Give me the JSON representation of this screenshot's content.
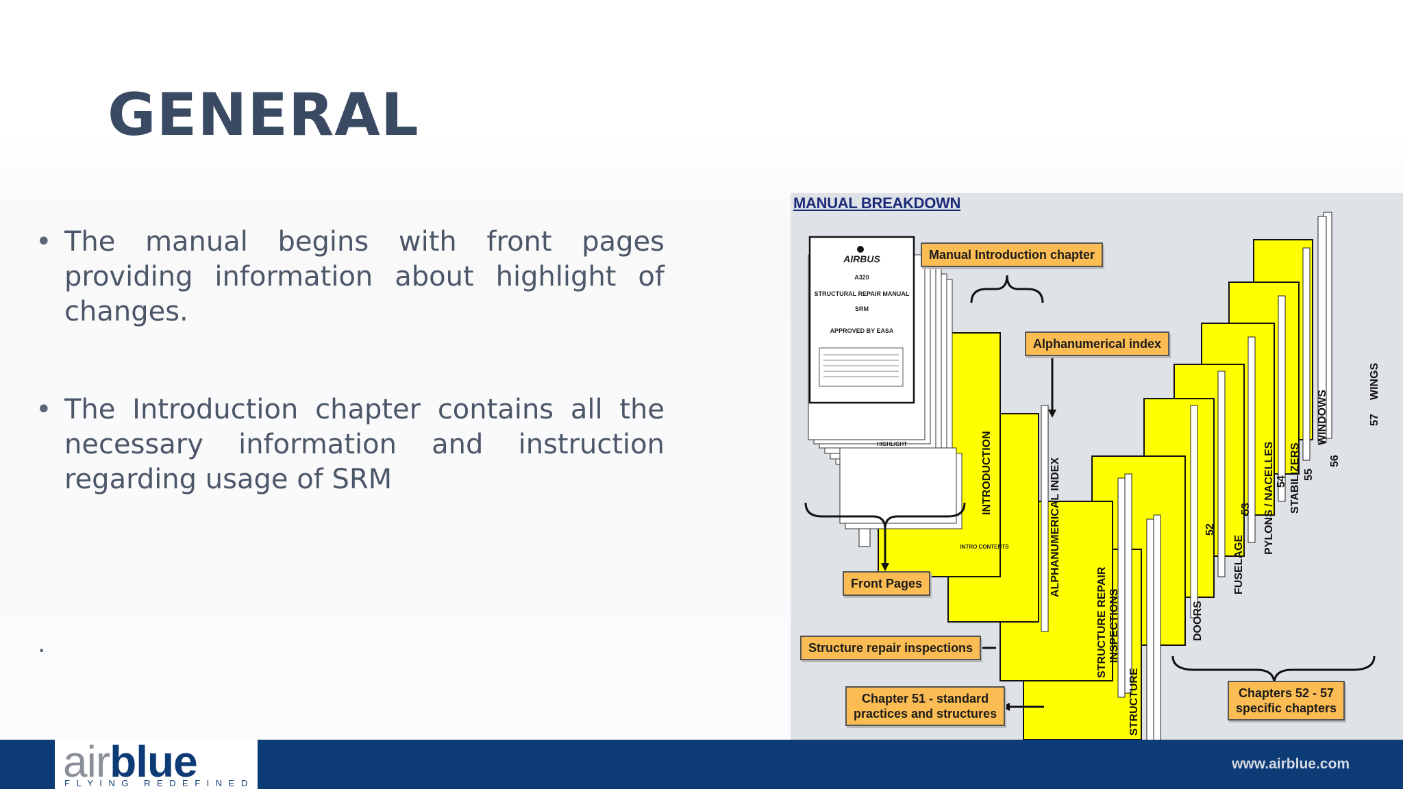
{
  "slide": {
    "title": "GENERAL",
    "bullets": [
      "The manual begins with front pages providing information about highlight of changes.",
      "The Introduction chapter contains all the necessary information and instruction regarding usage of SRM"
    ],
    "stray_mark": "."
  },
  "diagram": {
    "title": "MANUAL BREAKDOWN",
    "cover": {
      "brand": "AIRBUS",
      "model": "A320",
      "manual": "STRUCTURAL REPAIR MANUAL",
      "short": "SRM",
      "approval": "APPROVED BY EASA",
      "highlight": "HIGHLIGHT",
      "intro_contents": "INTRO CONTENTS"
    },
    "callouts": {
      "manual_intro": "Manual Introduction chapter",
      "alphanumerical_index": "Alphanumerical index",
      "front_pages": "Front Pages",
      "structure_repair": "Structure repair inspections",
      "chapter51_line1": "Chapter 51 - standard",
      "chapter51_line2": "practices and structures",
      "chapters52_line1": "Chapters 52 - 57",
      "chapters52_line2": "specific chapters"
    },
    "tabs": {
      "introduction": "INTRODUCTION",
      "alphanumerical": "ALPHANUMERICAL INDEX",
      "sri_line1": "STRUCTURE REPAIR",
      "sri_line2": "INSPECTIONS",
      "structure": "STRUCTURE",
      "doors": "DOORS",
      "c52": "52",
      "fuselage": "FUSELAGE",
      "c53": "53",
      "pylons": "PYLONS / NACELLES",
      "c54": "54",
      "stabilizers": "STABILIZERS",
      "c55": "55",
      "windows": "WINDOWS",
      "c56": "56",
      "wings": "WINGS",
      "c57": "57"
    }
  },
  "footer": {
    "logo_air": "air",
    "logo_blue": "blue",
    "tagline": "FLYING REDEFINED",
    "website": "www.airblue.com"
  },
  "colors": {
    "title": "#3a4a63",
    "body_text": "#4b5668",
    "footer_blue": "#0d3b75",
    "tab_yellow": "#ffff00",
    "callout_orange": "#fbbd53"
  }
}
